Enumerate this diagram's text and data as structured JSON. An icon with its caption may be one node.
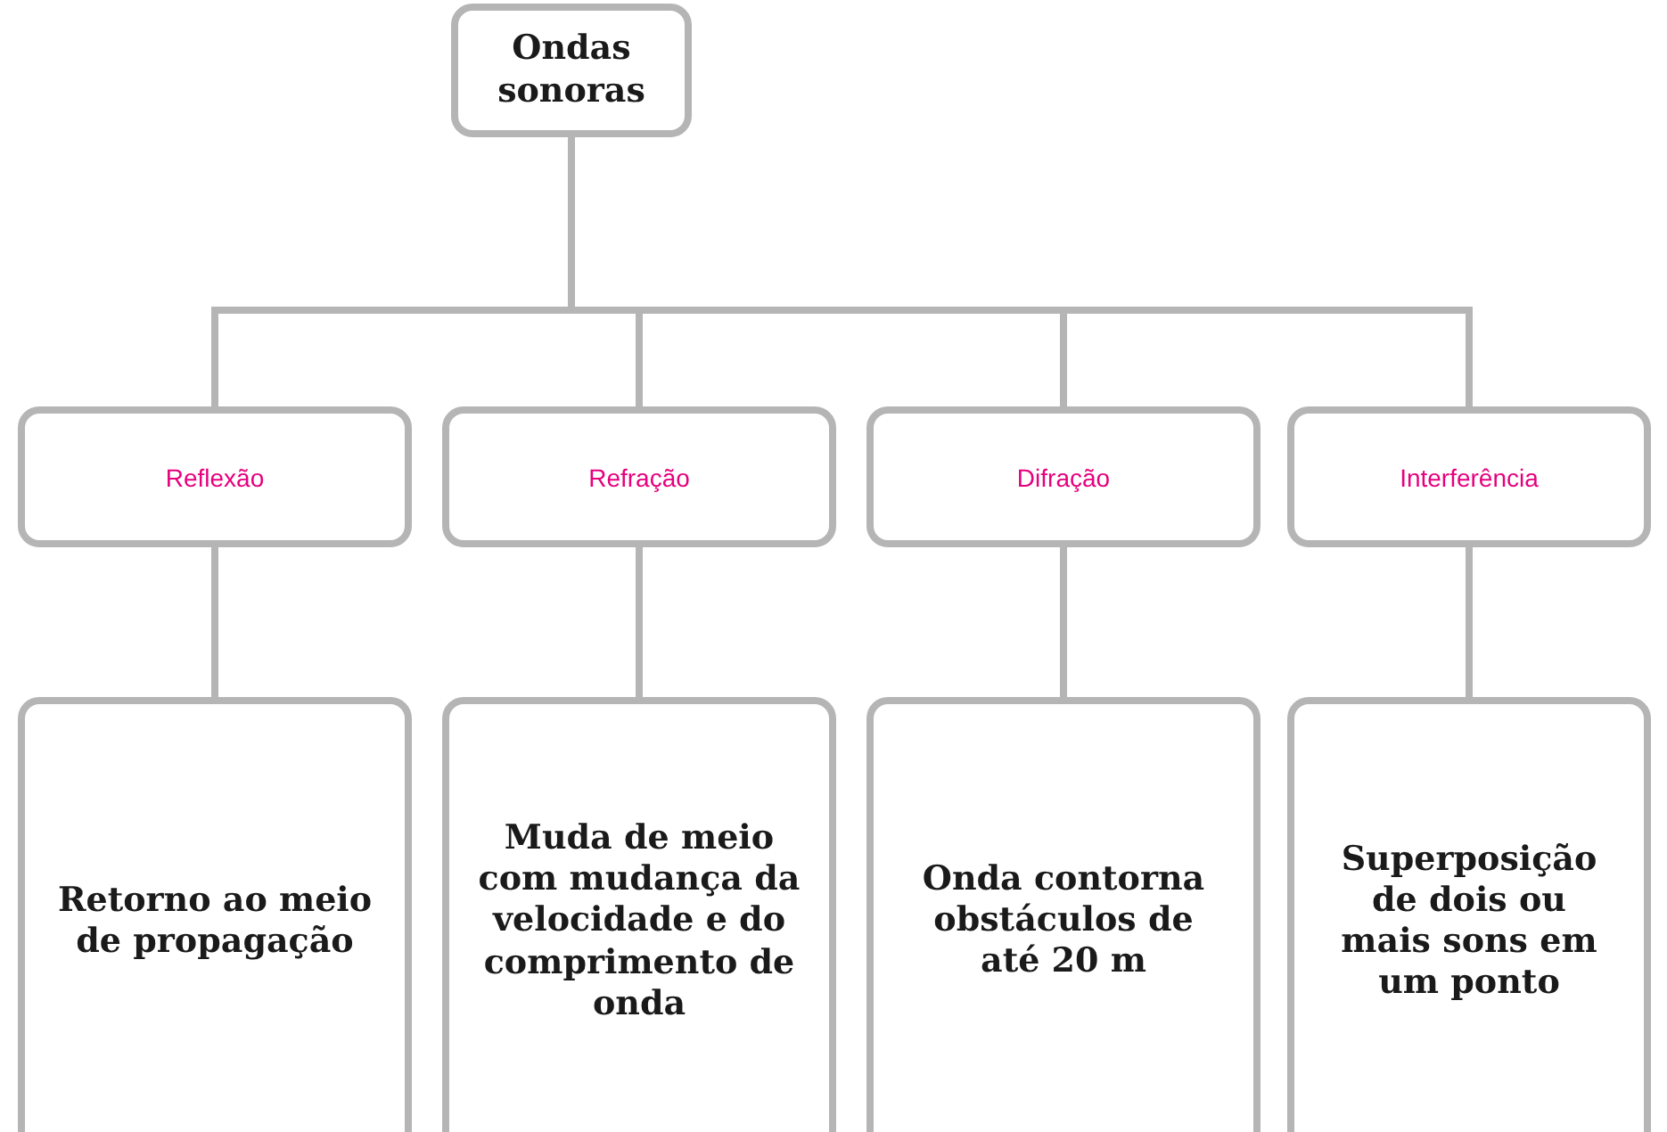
{
  "diagram": {
    "nodes": [
      {
        "text": [
          "Ondas sonoras"
        ]
      },
      {
        "text": [
          "Reflexão"
        ]
      },
      {
        "text": [
          "Refração"
        ]
      },
      {
        "text": [
          "Difração"
        ]
      },
      {
        "text": [
          "Interferência"
        ]
      },
      {
        "text": [
          "Retorno ao meio de propagação"
        ]
      },
      {
        "text": [
          "Muda de meio com mudança da velocidade e do comprimento de onda"
        ]
      },
      {
        "text": [
          "Onda contorna obstáculos de até 20 m"
        ]
      },
      {
        "text": [
          "Superposição de dois ou mais sons em um ponto"
        ]
      }
    ],
    "edges": [
      {
        "from": 0,
        "to": 1,
        "arrow": "none"
      },
      {
        "from": 0,
        "to": 2,
        "arrow": "none"
      },
      {
        "from": 0,
        "to": 3,
        "arrow": "none"
      },
      {
        "from": 0,
        "to": 4,
        "arrow": "none"
      },
      {
        "from": 1,
        "to": 5,
        "arrow": "none"
      },
      {
        "from": 2,
        "to": 6,
        "arrow": "none"
      },
      {
        "from": 3,
        "to": 7,
        "arrow": "none"
      },
      {
        "from": 4,
        "to": 8,
        "arrow": "none"
      }
    ]
  }
}
